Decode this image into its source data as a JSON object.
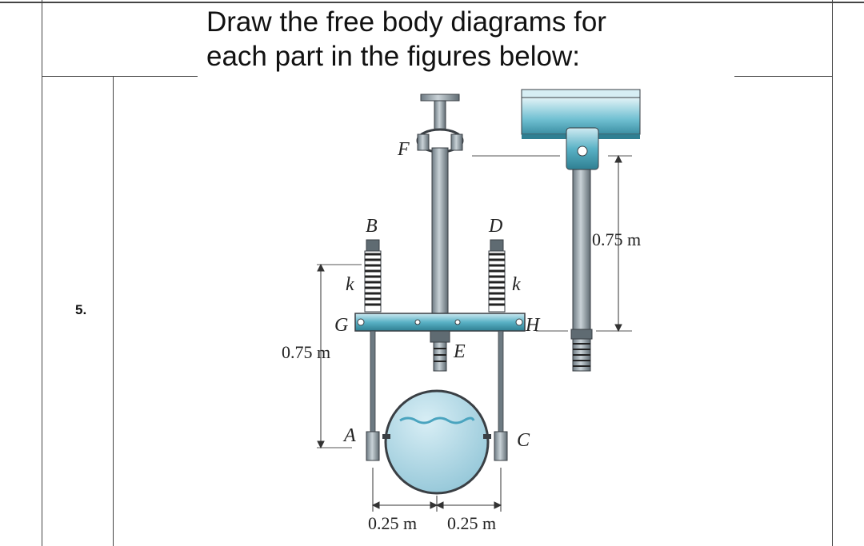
{
  "question": {
    "number": "5.",
    "title_line1": "Draw the free body diagrams for",
    "title_line2": "each part in the figures below:"
  },
  "figure": {
    "labels": {
      "F": "F",
      "B": "B",
      "D": "D",
      "k_left": "k",
      "k_right": "k",
      "G": "G",
      "H": "H",
      "E": "E",
      "A": "A",
      "C": "C"
    },
    "dimensions": {
      "left_height": "0.75 m",
      "right_height": "0.75 m",
      "bottom_left": "0.25 m",
      "bottom_right": "0.25 m"
    },
    "colors": {
      "steel": "#8c9aa3",
      "beam": "#5ab2c6",
      "beam_light": "#a9dbe6",
      "water": "#a7d3e2",
      "dark": "#3a3f44"
    }
  }
}
